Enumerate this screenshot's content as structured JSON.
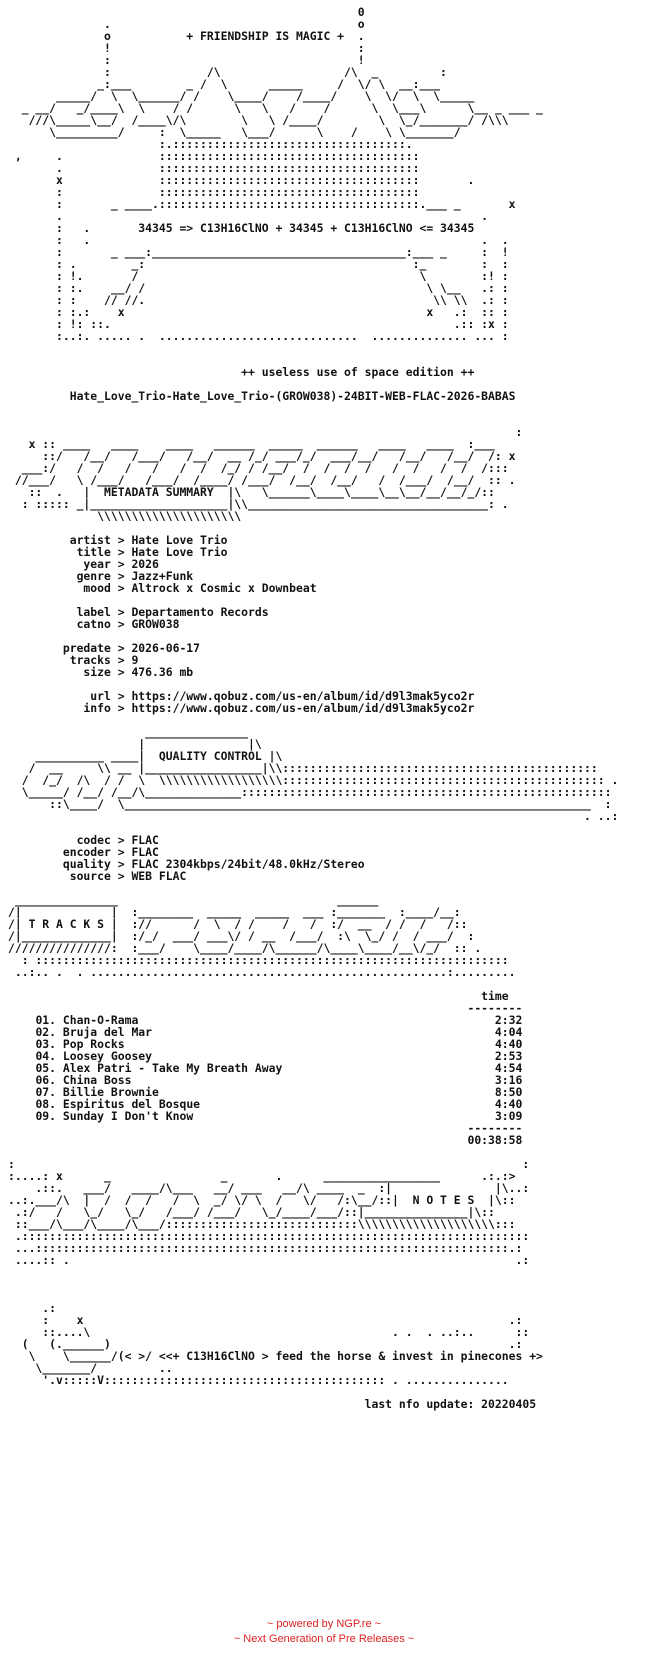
{
  "nfo": {
    "art_text": "                                                   0\n              .                                    o\n              o           + FRIENDSHIP IS MAGIC +  .\n              !                                    :\n              :                                    !\n              :              /\\                  /\\  _         :\n             _:___        _ /  \\      _____     /  \\/ \\  __:___\n       _____/  \\  \\______/ /    \\____/    /____/    \\  \\/  \\  \\_____\n  _ __/   _/____\\  \\    / /      \\   \\   /    /      \\  \\___\\      \\__ _ ___ _\n   ///\\_____\\__/  /____\\/\\        \\   \\ /____/        \\  \\_/_______/ /\\\\\\\n      \\_________/     :  \\_____   \\___/      \\    /    \\ \\_______/\n                      :.::::::::::::::::::::::::::::::::::.\n ,     .              ::::::::::::::::::::::::::::::::::::::\n       .              ::::::::::::::::::::::::::::::::::::::\n       x              ::::::::::::::::::::::::::::::::::::::       .\n       :              ::::::::::::::::::::::::::::::::::::::\n       :       _ ____.::::::::::::::::::::::::::::::::::::::.___ _       x\n       .                                                             .\n       :   .       34345 => C13H16ClNO + 34345 + C13H16ClNO <= 34345\n       :   .                                                         .  .\n       :       _ ___:_____________________________________:___ _     :  !\n       : .        _:                                       :_        :  :\n       : !.       /                                         \\        :! :\n       : :.    __/ /                                         \\ \\__   .: :\n       : :    // //.                                          \\\\ \\\\  .: :\n       : :.:    x                                            x   .:  :: :\n       : !: ::.                                                  .:: :x :\n       :..:. ..... .  .............................  .............. ... :\n\n\n                                  ++ useless use of space edition ++\n\n         Hate_Love_Trio-Hate_Love_Trio-(GROW038)-24BIT-WEB-FLAC-2026-BABAS\n\n\n                                                                          :\n   x :: ____   ____    ____   ______  _____  ______   ____   ____  :___\n     ::/   /__/   /___/   /__/  __ /_/ ___/_/  ___/__/   /__/   /__/  /: x\n  ___:/   /  /   /   /   /  /  /_/ / /__/  /  /  /  /   /  /   /  /  /:::\n //___/   \\ /___/   /___/  /____/ /___/  /__/  /__/   /  /___/  /__/  :: .\n   ::  .   |  METADATA SUMMARY  |\\   \\______\\____\\____\\__\\__/__/__/_/::\n  : ::::: _|____________________|\\\\___________________________________: .\n             \\\\\\\\\\\\\\\\\\\\\\\\\\\\\\\\\\\\\\\\\\\n\n",
    "metadata_art_text": "",
    "metadata_rows": [
      "         artist > Hate Love Trio",
      "          title > Hate Love Trio",
      "           year > 2026",
      "          genre > Jazz+Funk",
      "           mood > Altrock x Cosmic x Downbeat",
      "",
      "          label > Departamento Records",
      "          catno > GROW038",
      "",
      "        predate > 2026-06-17",
      "         tracks > 9",
      "           size > 476.36 mb",
      "",
      "            url > https://www.qobuz.com/us-en/album/id/d9l3mak5yco2r",
      "           info > https://www.qobuz.com/us-en/album/id/d9l3mak5yco2r"
    ],
    "quality_art_text": "\n\n                    _______________\n                   |               |\\\n    __________ ____|  QUALITY CONTROL |\\\n   /  __     \\\\ __ |_________________|\\\\::::::::::::::::::::::::::::::::::::::::::::::\n  /  /_/  /\\  / /  \\  \\\\\\\\\\\\\\\\\\\\\\\\\\\\\\\\\\\\::::::::::::::::::::::::::::::::::::::::::::::: .\n  \\_____/ /__/ /__/\\______________::::::::::::::::::::::::::::::::::::::::::::::::::::::\n      ::\\____/  \\____________________________________________________________________  :\n                                                                                    . ..:\n\n",
    "quality_rows": [
      "          codec > FLAC",
      "        encoder > FLAC",
      "        quality > FLAC 2304kbps/24bit/48.0kHz/Stereo",
      "         source > WEB FLAC"
    ],
    "tracks_art_text": "\n\n _______________                                ______\n/|             |  :________  _____  _____  ___ :_______  :____/__:\n/| T R A C K S |  ://      /  \\  / /    /   /  :/  __  / /  /   /::\n/|_____________|  :/_/  ___/ ___\\/ / __  /___/  :\\  \\_/ /  / ___/  :\n///////////////:  :___/    \\____/____/\\______/\\____\\____/__\\/_/  :: .\n  : :::::::::::::::::::::::::::::::::::::::::::::::::::::::::::::::::::::\n ..:.. .  . ....................................................:.........\n\n                                                                     time\n                                                                   --------\n",
    "tracks_list": [
      {
        "num": "01.",
        "title": "Chan-O-Rama",
        "time": "2:32"
      },
      {
        "num": "02.",
        "title": "Bruja del Mar",
        "time": "4:04"
      },
      {
        "num": "03.",
        "title": "Pop Rocks",
        "time": "4:40"
      },
      {
        "num": "04.",
        "title": "Loosey Goosey",
        "time": "2:53"
      },
      {
        "num": "05.",
        "title": "Alex Patri - Take My Breath Away",
        "time": "4:54"
      },
      {
        "num": "06.",
        "title": "China Boss",
        "time": "3:16"
      },
      {
        "num": "07.",
        "title": "Billie Brownie",
        "time": "8:50"
      },
      {
        "num": "08.",
        "title": "Espiritus del Bosque",
        "time": "4:40"
      },
      {
        "num": "09.",
        "title": "Sunday I Don't Know",
        "time": "3:09"
      }
    ],
    "tracks_total_separator": "                                                                   --------",
    "tracks_total": "                                                                   00:38:58",
    "notes_art_text": "\n\n:                                                                          :\n:....: x      _                _       .      _________________      .:.:>\n    .::.   ___/   ____/\\___   __/ ___   __/\\ ____  _  :|               |\\..:\n..:.___/\\  |  /  /  /   /  \\  _/ \\/ \\  /   \\/   /:\\__/::|  N O T E S  |\\::\n .:/   /   \\_/   \\_/   /___/ /___/   \\_/____/___/::|_______________|\\::\n ::___/\\___/\\____/\\___/::::::::::::::::::::::::::::\\\\\\\\\\\\\\\\\\\\\\\\\\\\\\\\\\\\\\\\:::\n .::::::::::::::::::::::::::::::::::::::::::::::::::::::::::::::::::::::::::\n ...:::::::::::::::::::::::::::::::::::::::::::::::::::::::::::::::::::::.:\n ....:: .                                                                 .:\n\n\n\n     .:\n     :    x                                                              .:\n     ::....\\                                            . .  . ..:..      ::\n  (   (.______)                                                          .:\n   \\    \\______/(< >/ <<+ C13H16ClNO > feed the horse & invest in pinecones +>\n    \\_______/         ..\n     '.v:::::V::::::::::::::::::::::::::::::::::::::::: . ...............\n\n                                                    last nfo update: 20220405"
  },
  "footer": {
    "line1": "~ powered by NGP.re ~",
    "line2": "~ Next Generation of Pre Releases ~"
  },
  "colors": {
    "text": "#111111",
    "footer": "#dd2222",
    "background": "#ffffff"
  }
}
